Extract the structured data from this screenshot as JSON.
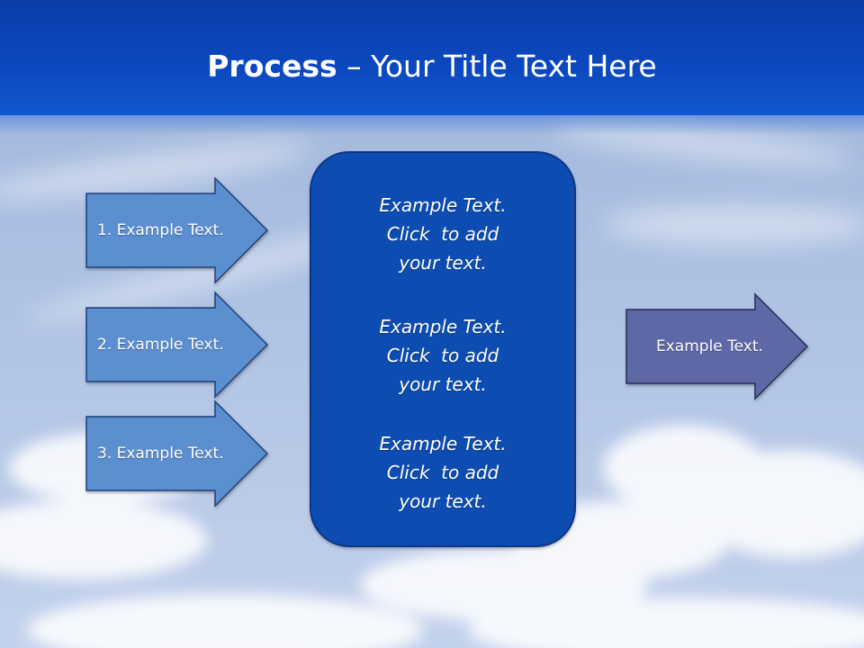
{
  "title": {
    "bold": "Process",
    "rest": " – Your Title Text Here"
  },
  "inputs": [
    {
      "label": "1. Example Text."
    },
    {
      "label": "2. Example Text."
    },
    {
      "label": "3. Example Text."
    }
  ],
  "center_box": {
    "blocks": [
      {
        "lines": [
          "Example Text.",
          "Click  to add",
          "your text."
        ]
      },
      {
        "lines": [
          "Example Text.",
          "Click  to add",
          "your text."
        ]
      },
      {
        "lines": [
          "Example Text.",
          "Click  to add",
          "your text."
        ]
      }
    ]
  },
  "output": {
    "label": "Example Text."
  },
  "colors": {
    "title_bar": "#0b47bd",
    "input_arrow": "#5b8fd0",
    "center_box": "#0d4db2",
    "output_arrow": "#5e68a6"
  }
}
